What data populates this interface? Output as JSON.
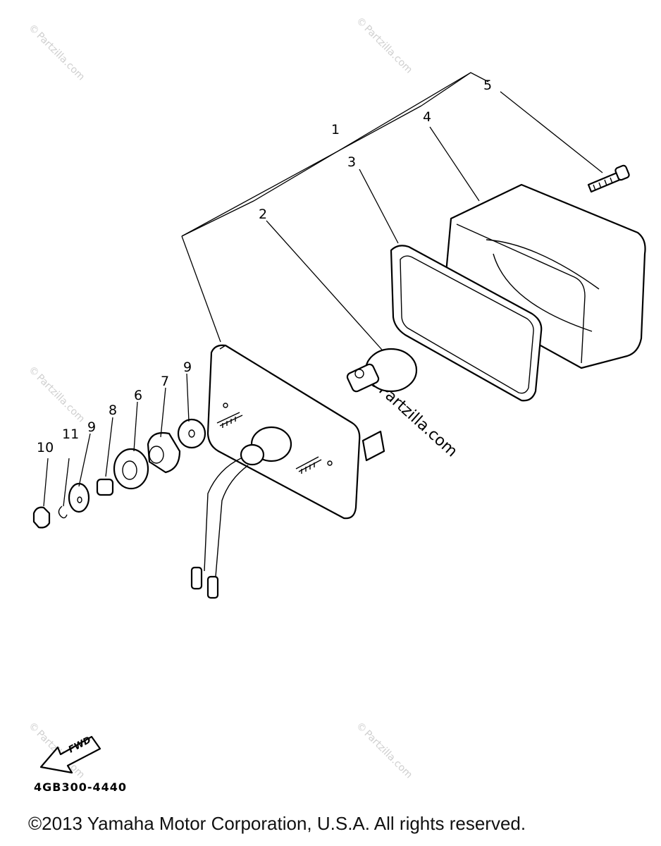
{
  "callouts": {
    "c1": "1",
    "c2": "2",
    "c3": "3",
    "c4": "4",
    "c5": "5",
    "c6": "6",
    "c7": "7",
    "c8": "8",
    "c9a": "9",
    "c9b": "9",
    "c10": "10",
    "c11": "11"
  },
  "fwd_arrow": {
    "label": "FWD",
    "icon": "fwd-arrow-icon"
  },
  "diagram_code": "4GB300-4440",
  "copyright": "©2013 Yamaha Motor Corporation, U.S.A. All rights reserved.",
  "watermark": {
    "text": "Partzilla.com",
    "symbol": "©"
  }
}
